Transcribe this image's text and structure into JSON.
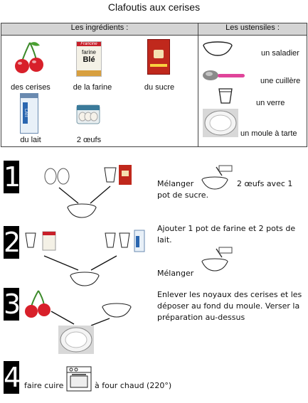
{
  "title": "Clafoutis aux cerises",
  "headers": {
    "ingredients": "Les ingrédients :",
    "utensils": "Les ustensiles :"
  },
  "ingredients": {
    "cherries": "des cerises",
    "flour": "de la farine",
    "sugar": "du sucre",
    "milk": "du lait",
    "eggs": "2 œufs"
  },
  "utensils": {
    "bowl": "un saladier",
    "spoon": "une cuillère",
    "glass": "un verre",
    "pan": "un moule à tarte"
  },
  "package_text": {
    "flour_brand": "Francine",
    "flour_word1": "farine",
    "flour_word2": "Blé",
    "milk_word": "LAIT"
  },
  "steps": [
    {
      "number": "1",
      "text_a": "Mélanger",
      "text_b": "2 œufs avec 1",
      "text_c": "pot de sucre."
    },
    {
      "number": "2",
      "text_a": "Ajouter 1 pot de farine et 2 pots de",
      "text_b": "lait.",
      "text_c": "Mélanger"
    },
    {
      "number": "3",
      "text_a": "Enlever les noyaux des cerises et les",
      "text_b": "déposer au fond du moule. Verser la",
      "text_c": "préparation au-dessus"
    },
    {
      "number": "4",
      "text_a": "faire cuire",
      "text_b": "à four chaud (220°)"
    }
  ],
  "colors": {
    "header_bg": "#d4d4d4",
    "cherry": "#d8202a",
    "stem": "#3c8a2a",
    "spoon": "#e0449a",
    "sugar_box": "#c0281c"
  }
}
